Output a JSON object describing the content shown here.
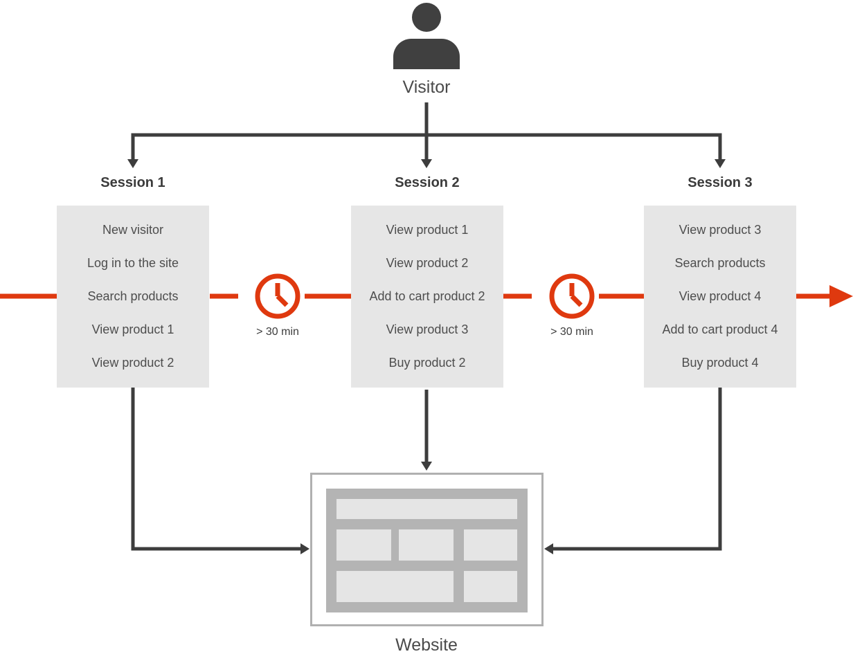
{
  "visitor": {
    "label": "Visitor"
  },
  "sessions": [
    {
      "title": "Session 1",
      "items": [
        "New visitor",
        "Log in to the site",
        "Search products",
        "View product 1",
        "View product 2"
      ]
    },
    {
      "title": "Session 2",
      "items": [
        "View product 1",
        "View product 2",
        "Add to cart product 2",
        "View product 3",
        "Buy product 2"
      ]
    },
    {
      "title": "Session 3",
      "items": [
        "View product 3",
        "Search products",
        "View product 4",
        "Add to cart product 4",
        "Buy product 4"
      ]
    }
  ],
  "timeline": {
    "gaps": [
      {
        "label": "> 30 min"
      },
      {
        "label": "> 30 min"
      }
    ]
  },
  "website": {
    "label": "Website"
  },
  "colors": {
    "accent_red": "#df390f",
    "line_dark": "#3d3d3d",
    "icon_dark": "#404040",
    "session_box_bg": "#e6e6e6",
    "website_border_gray": "#b0b0b0",
    "website_icon_gray": "#b4b4b4",
    "website_icon_block": "#e5e5e5"
  }
}
